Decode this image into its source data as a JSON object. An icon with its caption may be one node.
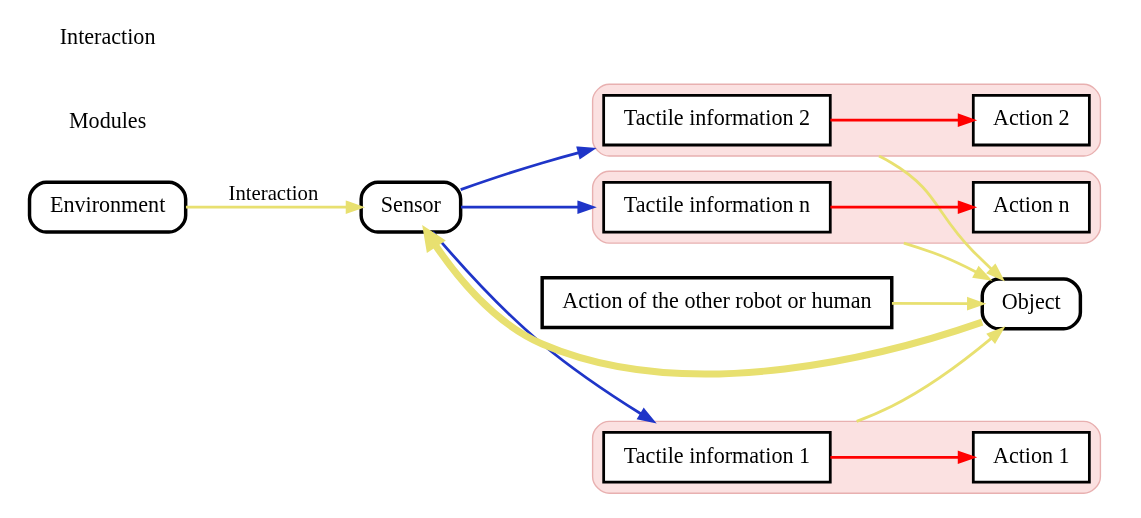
{
  "diagram": {
    "nodes": [
      {
        "text": [
          "Environment"
        ]
      },
      {
        "text": [
          "Sensor"
        ]
      },
      {
        "text": [],
        "shape": "box"
      },
      {
        "text": [
          "Tactile information 1"
        ],
        "in": 2
      },
      {
        "text": [
          "Action 1"
        ],
        "in": 2
      },
      {
        "text": [],
        "shape": "box"
      },
      {
        "text": [
          "Tactile information 2"
        ],
        "in": 5
      },
      {
        "text": [
          "Action 2"
        ],
        "in": 5
      },
      {
        "text": [],
        "shape": "box"
      },
      {
        "text": [
          "Tactile information n"
        ],
        "in": 8
      },
      {
        "text": [
          "Action n"
        ],
        "in": 8
      },
      {
        "text": [
          "Object"
        ]
      },
      {
        "text": [
          "Action of the other robot or human"
        ]
      }
    ],
    "edges": [
      {
        "from": 0,
        "to": 1,
        "arrow": "to",
        "label": "Interaction"
      },
      {
        "from": 11,
        "to": 1,
        "arrow": "to",
        "style": "thick"
      },
      {
        "from": 1,
        "to": 2,
        "arrow": "to",
        "color": "#1f35c8"
      },
      {
        "from": 1,
        "to": 5,
        "arrow": "to",
        "color": "#1f35c8"
      },
      {
        "from": 1,
        "to": 8,
        "arrow": "to",
        "color": "#1f35c8"
      },
      {
        "from": 3,
        "to": 4,
        "arrow": "to",
        "color": "#ff0000"
      },
      {
        "from": 6,
        "to": 7,
        "arrow": "to",
        "color": "#ff0000"
      },
      {
        "from": 9,
        "to": 10,
        "arrow": "to",
        "color": "#ff0000"
      },
      {
        "from": 2,
        "to": 11,
        "arrow": "to"
      },
      {
        "from": 5,
        "to": 11,
        "arrow": "to"
      },
      {
        "from": 8,
        "to": 11,
        "arrow": "to"
      },
      {
        "from": 12,
        "to": 11,
        "arrow": "to"
      }
    ],
    "labels": [
      "Modules",
      "Interaction"
    ]
  }
}
